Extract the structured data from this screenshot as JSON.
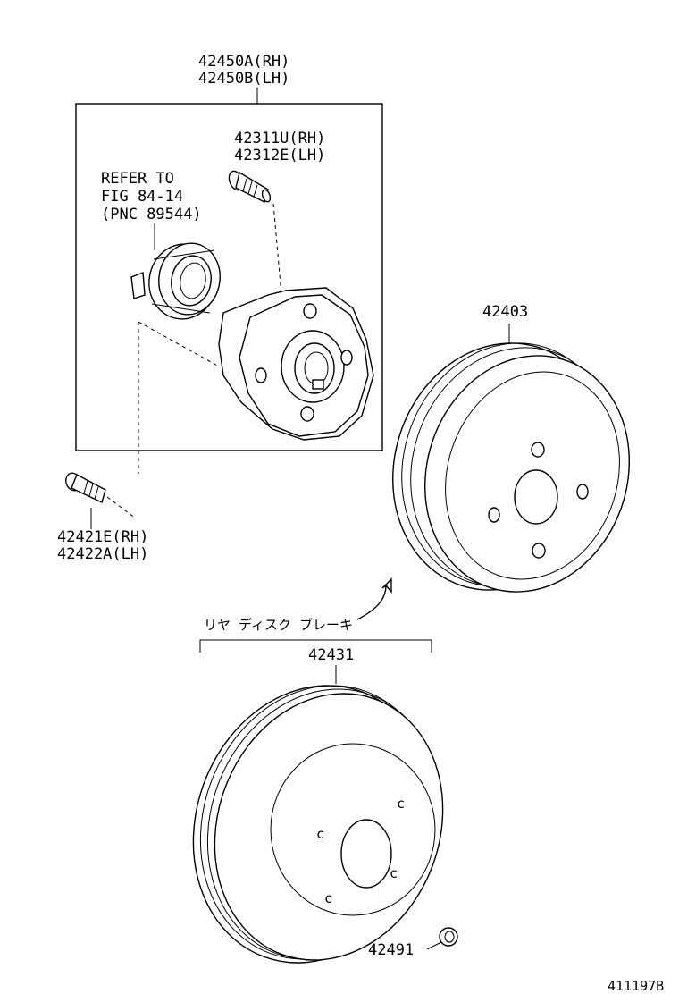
{
  "labels": {
    "hub_assembly": [
      "42450A(RH)",
      "42450B(LH)"
    ],
    "hub_bolt": [
      "42311U(RH)",
      "42312E(LH)"
    ],
    "refer": [
      "REFER TO",
      "FIG 84-14",
      "(PNC 89544)"
    ],
    "drum": "42403",
    "bolt": [
      "42421E(RH)",
      "42422A(LH)"
    ],
    "rear_disc_brake": "リヤ ディスク ブレーキ",
    "disc": "42431",
    "plug": "42491",
    "figure_id": "411197B"
  }
}
